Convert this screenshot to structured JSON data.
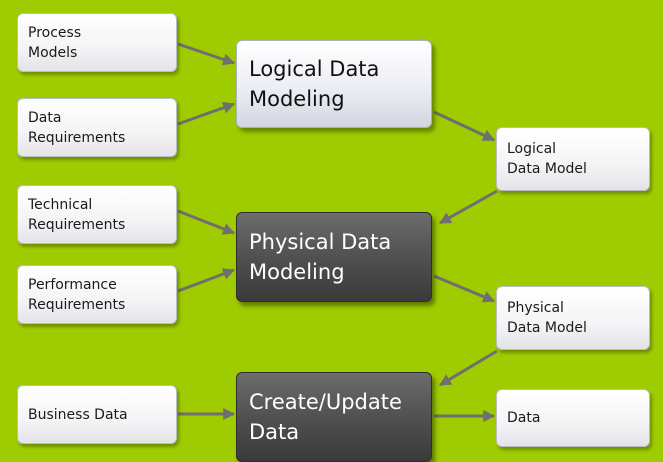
{
  "inputs": {
    "process_models": "Process\nModels",
    "data_requirements": "Data\nRequirements",
    "technical_requirements": "Technical\nRequirements",
    "performance_requirements": "Performance\nRequirements",
    "business_data": "Business Data"
  },
  "processes": {
    "logical_modeling": "Logical Data\nModeling",
    "physical_modeling": "Physical Data\nModeling",
    "create_update": "Create/Update\nData"
  },
  "outputs": {
    "logical_model": "Logical\nData Model",
    "physical_model": "Physical\nData Model",
    "data": "Data"
  },
  "colors": {
    "background": "#9fcc00",
    "arrow": "#6f6f6f"
  }
}
